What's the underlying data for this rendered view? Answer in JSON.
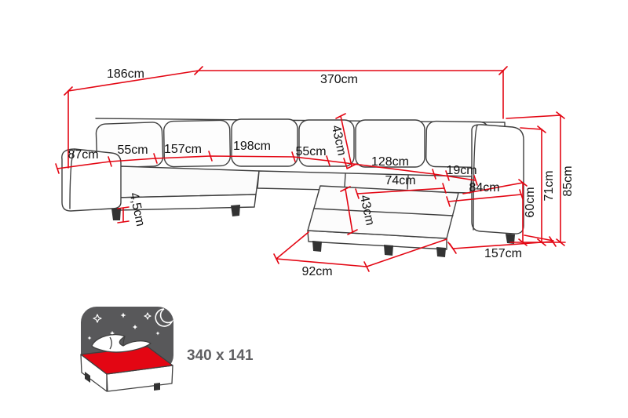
{
  "diagram": {
    "type": "corner-sofa-dimension-drawing",
    "unit": "cm",
    "colors": {
      "dimension_line": "#e30613",
      "outline": "#3f3f3f",
      "icon_gray": "#58585a",
      "label_text": "#111111"
    }
  },
  "dimensions": {
    "left_side_depth": "186cm",
    "total_width": "370cm",
    "left_arm": "87cm",
    "left_seat": "55cm",
    "left_section": "157cm",
    "middle_section": "198cm",
    "right_seat": "55cm",
    "backrest_depth": "43cm",
    "right_section_seat": "128cm",
    "armrest_width": "19cm",
    "chaise_top_width": "74cm",
    "right_arm_section": "84cm",
    "chaise_seat_depth": "43cm",
    "leg_height": "4,5cm",
    "total_height": "85cm",
    "armrest_height": "71cm",
    "seat_height": "60cm",
    "chaise_total_length": "157cm",
    "chaise_width": "92cm"
  },
  "sleeping_function": {
    "area_label": "340 x 141"
  }
}
